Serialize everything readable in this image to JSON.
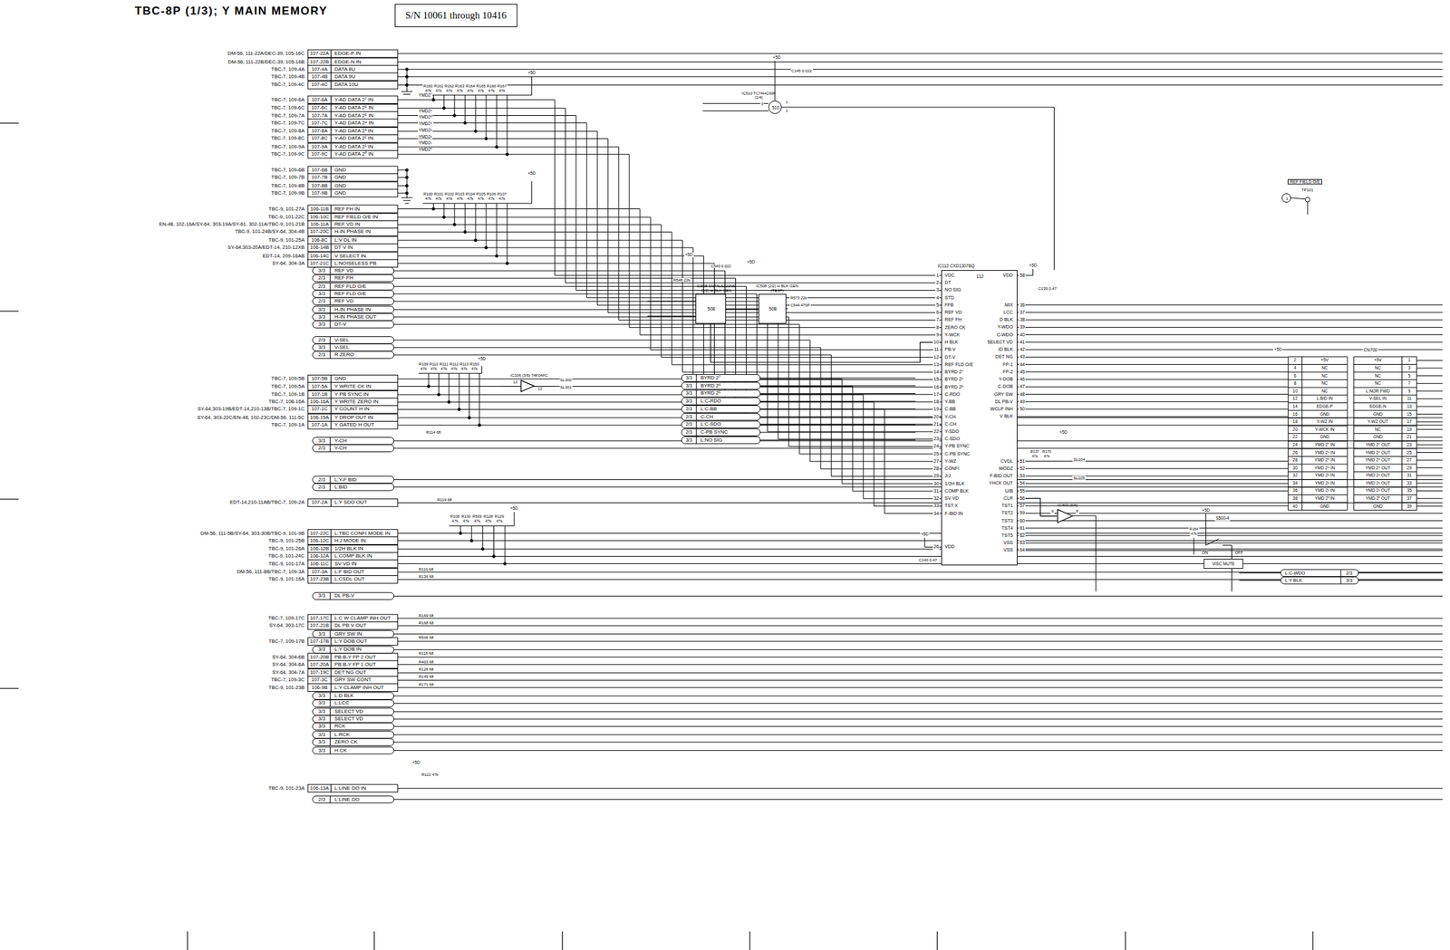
{
  "diagram": {
    "title": "TBC-8P (1/3); Y MAIN MEMORY",
    "nodes": [
      {
        "text": [
          "S/N 10061 through 10416"
        ]
      },
      {
        "text": [
          "IC510 TC74HC00F (1/4)",
          "510"
        ]
      },
      {
        "text": [
          "IC508 SN74LS221NS (1/2) H BLK GEN",
          "508"
        ]
      },
      {
        "text": [
          "IC508 (2/2) H BLK GEN (TEST)",
          "508"
        ]
      },
      {
        "text": [
          "IC106 (3/6) 74F04FC"
        ]
      },
      {
        "text": [
          "IC112 CXD1307BQ",
          "112"
        ]
      },
      {
        "text": [
          "IC409 (6/6)"
        ]
      },
      {
        "text": [
          "REF FIELD O/E",
          "TP101",
          "1"
        ]
      }
    ],
    "edges": [
      {
        "from": 2,
        "to": 5,
        "arrow": "none"
      },
      {
        "from": 5,
        "to": 6,
        "arrow": "none"
      }
    ],
    "labels": [
      "DM-56, 111-22A/DEC-39, 105-16C",
      "107-22A",
      "EDGE-P IN",
      "DM-56, 111-22B/DEC-39, 105-16B",
      "107-22B",
      "EDGE-N IN",
      "TBC-7, 109-4A",
      "107-4A",
      "DATA 8U",
      "TBC-7, 109-4B",
      "107-4B",
      "DATA 9U",
      "TBC-7, 109-4C",
      "107-4C",
      "DATA 10U",
      "TBC-7, 109-6A",
      "107-6A",
      "Y-AD DATA 2⁷ IN",
      "TBC-7, 109-6C",
      "107-6C",
      "Y-AD DATA 2⁶ IN",
      "TBC-7, 109-7A",
      "107-7A",
      "Y-AD DATA 2⁵ IN",
      "TBC-7, 109-7C",
      "107-7C",
      "Y-AD DATA 2⁴ IN",
      "TBC-7, 109-8A",
      "107-8A",
      "Y-AD DATA 2³ IN",
      "TBC-7, 109-8C",
      "107-8C",
      "Y-AD DATA 2² IN",
      "TBC-7, 109-9A",
      "107-9A",
      "Y-AD DATA 2¹ IN",
      "TBC-7, 109-9C",
      "107-9C",
      "Y-AD DATA 2⁰ IN",
      "TBC-7, 109-6B",
      "107-6B",
      "GND",
      "TBC-7, 109-7B",
      "107-7B",
      "GND",
      "TBC-7, 109-8B",
      "107-8B",
      "GND",
      "TBC-7, 109-9B",
      "107-9B",
      "GND",
      "TBC-9, 101-27A",
      "106-11B",
      "REF FH IN",
      "TBC-9, 101-22C",
      "106-10C",
      "REF FIELD O/E IN",
      "EN-48, 102-16A/SY-64, 303-19A/SY-61, 302-11A/TBC-9, 101-21B",
      "106-11A",
      "REF VD IN",
      "TBC-9, 101-24B/SY-64, 304-4B",
      "107-20C",
      "H-IN PHASE IN",
      "TBC-9, 101-25A",
      "106-8C",
      "L:V DL IN",
      "SY-64,303-20A/EDT-14, 210-12XB",
      "106-14B",
      "DT V IN",
      "EDT-14, 209-16AB",
      "106-14C",
      "V SELECT IN",
      "SY-64, 304-3A",
      "107-21C",
      "L:NOISELESS PB",
      "3/3",
      "REF VD",
      "2/3",
      "REF FH",
      "2/3",
      "REF FLD O/E",
      "3/3",
      "REF FLD O/E",
      "2/3",
      "REF VD",
      "3/3",
      "H-IN PHASE IN",
      "3/3",
      "H-IN PHASE OUT",
      "3/3",
      "DT-V",
      "2/3",
      "V-SEL",
      "3/3",
      "V-SEL",
      "2/3",
      "R ZERO",
      "TBC-7, 109-5B",
      "107-5B",
      "GND",
      "TBC-7, 109-5A",
      "107-5A",
      "Y WRITE CK IN",
      "TBC-7, 109-1B",
      "107-1B",
      "Y PB SYNC IN",
      "TBC-7, 108-16A",
      "106-16A",
      "Y WRITE ZERO IN",
      "SY-64,303-19B/EDT-14,210-13B/TBC-7, 109-1C",
      "107-1C",
      "Y COUNT H IN",
      "SY-64, 303-22C/EN-48, 102-23C/DM-56, 111-5C",
      "106-15A",
      "Y DROP OUT IN",
      "TBC-7, 109-1A",
      "107-1A",
      "Y GATED H OUT",
      "3/3",
      "Y-CH",
      "2/3",
      "Y-CH",
      "2/3",
      "L:Y-F BID",
      "2/3",
      "L:BID",
      "EDT-14,210-11AB/TBC-7, 109-2A",
      "107-2A",
      "L:Y SDO OUT",
      "DM-56, 111-5B/SY-64, 303-30B/TBC-9, 101-9B",
      "107-22C",
      "L:TBC CONFI MODE IN",
      "TBC-9, 101-25B",
      "106-12C",
      "H:J MODE IN",
      "TBC-9, 101-26A",
      "106-12B",
      "1/2H BLK IN",
      "TBC-9, 101-24C",
      "106-12A",
      "L:COMP BLK IN",
      "TBC-9, 101-17A",
      "106-11C",
      "SV VD IN",
      "DM-56, 111-8B/TBC-7, 109-3A",
      "107-3A",
      "L:F BID OUT",
      "TBC-9, 101-16A",
      "107-23B",
      "L:CSDL OUT",
      "3/3",
      "DL PB-V",
      "TBC-7, 109-17C",
      "107-17C",
      "L:C W CLAMP INH OUT",
      "SY-64, 303-17C",
      "107-21B",
      "DL PB V OUT",
      "3/3",
      "GRY SW IN",
      "TBC-7, 109-17B",
      "107-17B",
      "L:Y DOB OUT",
      "3/3",
      "L:Y DOB IN",
      "SY-64, 304-6B",
      "107-20B",
      "PB B-Y FP 2 OUT",
      "SY-64, 304-6A",
      "107-20A",
      "PB B-Y FP 1 OUT",
      "SY-64, 304-7A",
      "107-19C",
      "DET NG OUT",
      "TBC-7, 109-3C",
      "107-3C",
      "GRY SW CONT",
      "TBC-9, 101-23B",
      "106-9B",
      "L:Y CLAMP INH OUT",
      "3/3",
      "L:D BLK",
      "3/3",
      "L:LCC",
      "3/3",
      "SELECT VD",
      "3/3",
      "SELECT VD",
      "3/3",
      "RCK",
      "3/3",
      "L:RCK",
      "3/3",
      "ZERO CK",
      "3/3",
      "H CK",
      "TBC-9, 101-23A",
      "106-13A",
      "L:LINE DO IN",
      "2/3",
      "L:LINE DO",
      "YMD2⁷",
      "YMD2⁶",
      "YMD2⁵",
      "YMD2⁴",
      "YMD2³",
      "YMD2²",
      "YMD2¹",
      "YMD2⁰",
      "R160",
      "R161",
      "R162",
      "R163",
      "R164",
      "R165",
      "R166",
      "R167",
      "47k",
      "47k",
      "47k",
      "47k",
      "47k",
      "47k",
      "47k",
      "47k",
      "R100",
      "R101",
      "R102",
      "R103",
      "R104",
      "R105",
      "R106",
      "R107",
      "47k",
      "47k",
      "47k",
      "47k",
      "47k",
      "47k",
      "47k",
      "47k",
      "R109",
      "R110",
      "R111",
      "R112",
      "R113",
      "R153",
      "47k",
      "47k",
      "47k",
      "47k",
      "47k",
      "47k",
      "R108",
      "R130",
      "R509",
      "R128",
      "R129",
      "47k",
      "47k",
      "47k",
      "47k",
      "47k",
      "R114 68",
      "R119 68",
      "R116 68",
      "R136 68",
      "R169 68",
      "R168 68",
      "R506 68",
      "R115 68",
      "R403 68",
      "R126 68",
      "R149 68",
      "R171 68",
      "+5D",
      "+5D",
      "+5D",
      "+5D",
      "+5D",
      "+5D",
      "+5D",
      "+5D",
      "+5D",
      "+5D",
      "+5D",
      "+5D",
      "+5D",
      "C145 0.022",
      "1",
      "2",
      "3",
      "SL300",
      "SL301",
      "13",
      "12",
      "C543 0.022",
      "R548 22k",
      "R573 22k",
      "C544 470P",
      "1",
      "2",
      "3",
      "4",
      "5",
      "6",
      "7",
      "8",
      "9",
      "10",
      "11",
      "12",
      "13",
      "14",
      "15",
      "16",
      "17",
      "18",
      "19",
      "20",
      "21",
      "22",
      "23",
      "24",
      "25",
      "27",
      "28",
      "29",
      "30",
      "31",
      "32",
      "33",
      "34",
      "26",
      "VDC",
      "DT",
      "NO SIG",
      "STD",
      "FFB",
      "REF VD",
      "REF FH",
      "ZERO CK",
      "Y-WCK",
      "H BLK",
      "PB-V",
      "DT-V",
      "REF FLD O/E",
      "BYRD 2⁷",
      "BYRD 2⁶",
      "BYRD 2⁵",
      "C-RDO",
      "Y-BB",
      "C-BB",
      "Y-CH",
      "C-CH",
      "Y-SDO",
      "C-SDO",
      "Y-PB SYNC",
      "C-PB SYNC",
      "Y-WZ",
      "CONFI",
      "J/J",
      "1/2H BLK",
      "COMP BLK",
      "SV VD",
      "TST X",
      "F-BID IN",
      "VDD",
      "58",
      "VDD",
      "36",
      "37",
      "38",
      "39",
      "40",
      "41",
      "42",
      "43",
      "44",
      "45",
      "46",
      "47",
      "48",
      "49",
      "50",
      "MIX",
      "LCC",
      "D BLK",
      "Y-WDO",
      "C-WDO",
      "SELECT VD",
      "ID BLK",
      "DET NG",
      "FP-1",
      "FP-2",
      "Y-DOB",
      "C-DOB",
      "GRY SW",
      "DL PB-V",
      "WCLP INH",
      "V BLK",
      "51",
      "52",
      "53",
      "54",
      "55",
      "56",
      "57",
      "59",
      "60",
      "61",
      "62",
      "63",
      "64",
      "CVDL",
      "WODZ",
      "F-BID OUT",
      "YHCK OUT",
      "U/B",
      "CLR",
      "TST1",
      "TST2",
      "TST3",
      "TST4",
      "TST5",
      "VSS",
      "VSS",
      "C139 0.47",
      "C140 0.47",
      "9",
      "8",
      "R137",
      "R170",
      "47k",
      "47k",
      "SL104",
      "SL105",
      "S500-4",
      "ON",
      "OFF",
      "VISC MUTE",
      "R184",
      "47k",
      "CN700",
      "2",
      "+5V",
      "4",
      "NC",
      "6",
      "NC",
      "8",
      "NC",
      "10",
      "NC",
      "12",
      "L:BID IN",
      "14",
      "EDGE-P",
      "16",
      "GND",
      "18",
      "Y-WZ IN",
      "20",
      "Y-WCK IN",
      "22",
      "GND",
      "24",
      "YMD 2⁷ IN",
      "26",
      "YMD 2⁶ IN",
      "28",
      "YMD 2⁵ IN",
      "30",
      "YMD 2⁴ IN",
      "32",
      "YMD 2³ IN",
      "34",
      "YMD 2² IN",
      "36",
      "YMD 2¹ IN",
      "38",
      "YMD 2⁰ IN",
      "40",
      "GND",
      "+5V",
      "1",
      "NC",
      "3",
      "NC",
      "5",
      "NC",
      "7",
      "L:NOR FWD",
      "9",
      "V-SEL IN",
      "11",
      "EDGE-N",
      "13",
      "GND",
      "15",
      "Y-WZ OUT",
      "17",
      "NC",
      "19",
      "GND",
      "21",
      "YMD 2⁷ OUT",
      "23",
      "YMD 2⁶ OUT",
      "25",
      "YMD 2⁵ OUT",
      "27",
      "YMD 2⁴ OUT",
      "29",
      "YMD 2³ OUT",
      "31",
      "YMD 2² OUT",
      "33",
      "YMD 2¹ OUT",
      "35",
      "YMD 2⁰ OUT",
      "37",
      "GND",
      "39",
      "3/3",
      "BYRD 2⁷",
      "3/3",
      "BYRD 2⁶",
      "3/3",
      "BYRD 2⁵",
      "3/3",
      "L:C-RDO",
      "2/3",
      "L:C-BB",
      "2/3",
      "C-CH",
      "2/3",
      "L:C-SDO",
      "2/3",
      "C-PB SYNC",
      "3/3",
      "L:NO SIG",
      "L:C-WDO",
      "2/3",
      "L:Y BLK",
      "3/3",
      "R122 47k"
    ]
  }
}
